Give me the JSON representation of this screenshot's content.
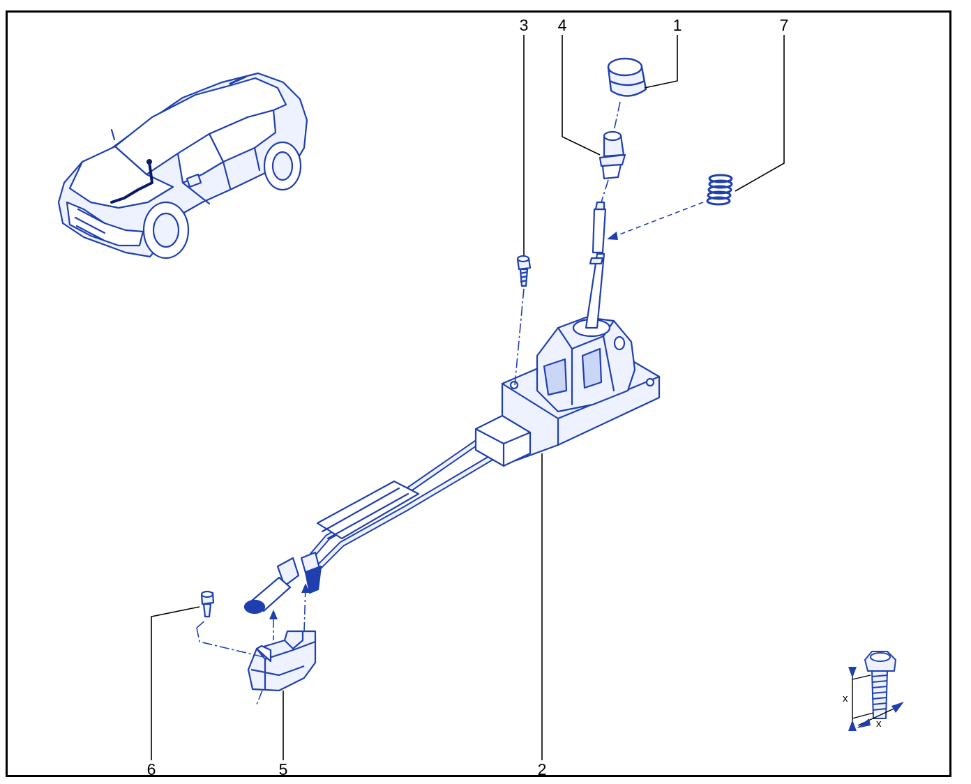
{
  "diagram": {
    "callouts": [
      {
        "id": "1",
        "label": "1",
        "part": "gear-knob"
      },
      {
        "id": "2",
        "label": "2",
        "part": "gear-lever-housing-and-cables"
      },
      {
        "id": "3",
        "label": "3",
        "part": "housing-bolt"
      },
      {
        "id": "4",
        "label": "4",
        "part": "lever-bushing"
      },
      {
        "id": "5",
        "label": "5",
        "part": "cable-bracket"
      },
      {
        "id": "6",
        "label": "6",
        "part": "bracket-bolt"
      },
      {
        "id": "7",
        "label": "7",
        "part": "spring"
      }
    ],
    "dimension_symbol": {
      "label_a": "x",
      "label_b": "x"
    },
    "colors": {
      "line": "#1f3fae",
      "fill": "#eef2ff",
      "shade": "#c9d6f6",
      "text": "#000000",
      "frame": "#000000"
    },
    "icons": [
      "vehicle-location-icon",
      "bolt-dimension-icon"
    ]
  }
}
